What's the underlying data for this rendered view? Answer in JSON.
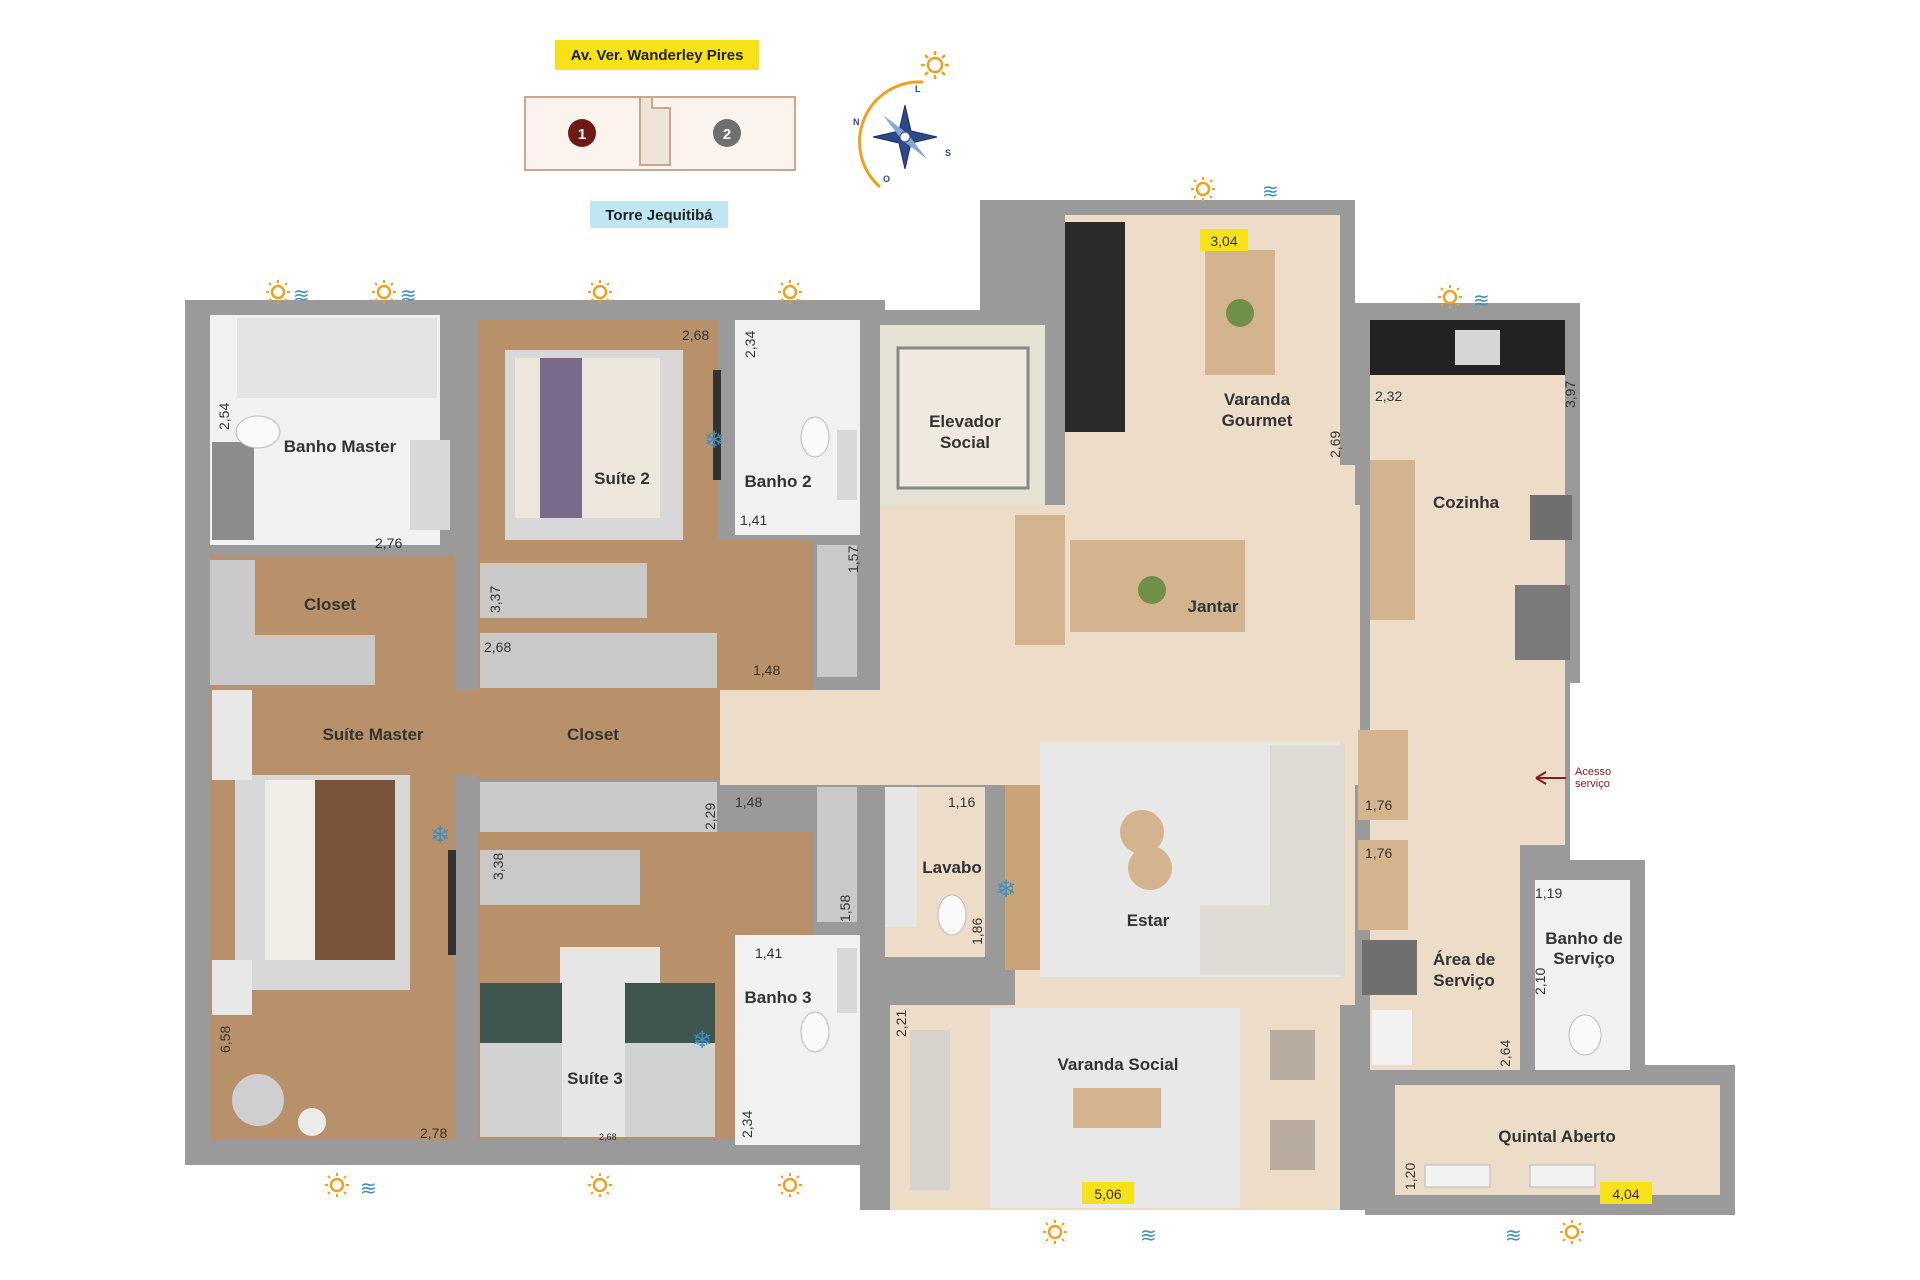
{
  "header": {
    "street": "Av. Ver. Wanderley Pires",
    "tower": "Torre Jequitibá",
    "unit_1": "1",
    "unit_2": "2"
  },
  "compass": {
    "n": "N",
    "l": "L",
    "s": "S",
    "o": "O"
  },
  "rooms": {
    "banho_master": "Banho Master",
    "suite2": "Suíte 2",
    "banho2": "Banho 2",
    "elevador_l1": "Elevador",
    "elevador_l2": "Social",
    "varanda_gourmet_l1": "Varanda",
    "varanda_gourmet_l2": "Gourmet",
    "cozinha": "Cozinha",
    "closet1": "Closet",
    "jantar": "Jantar",
    "suite_master": "Suíte Master",
    "closet2": "Closet",
    "lavabo": "Lavabo",
    "estar": "Estar",
    "area_servico_l1": "Área de",
    "area_servico_l2": "Serviço",
    "banho_servico_l1": "Banho de",
    "banho_servico_l2": "Serviço",
    "banho3": "Banho 3",
    "suite3": "Suíte 3",
    "varanda_social": "Varanda Social",
    "quintal_aberto": "Quintal Aberto",
    "acesso_l1": "Acesso",
    "acesso_l2": "serviço"
  },
  "dimensions": {
    "d_2_54": "2,54",
    "d_2_76": "2,76",
    "d_2_68_suite2": "2,68",
    "d_2_34_banho2": "2,34",
    "d_1_41_banho2": "1,41",
    "d_1_57": "1,57",
    "d_3_04": "3,04",
    "d_2_69": "2,69",
    "d_2_32": "2,32",
    "d_3_97": "3,97",
    "d_3_37": "3,37",
    "d_2_68_closet": "2,68",
    "d_1_48_top": "1,48",
    "d_2_29": "2,29",
    "d_1_48_bot": "1,48",
    "d_1_16": "1,16",
    "d_1_86": "1,86",
    "d_1_76_a": "1,76",
    "d_1_76_b": "1,76",
    "d_1_19": "1,19",
    "d_2_10": "2,10",
    "d_3_38": "3,38",
    "d_1_58": "1,58",
    "d_1_41_banho3": "1,41",
    "d_6_58": "6,58",
    "d_2_78": "2,78",
    "d_2_68_suite3": "2,68",
    "d_2_34_banho3": "2,34",
    "d_2_21": "2,21",
    "d_5_06": "5,06",
    "d_2_64": "2,64",
    "d_1_20": "1,20",
    "d_4_04": "4,04"
  },
  "colors": {
    "wall": "#9a9a9a",
    "wood": "#b8916a",
    "tile": "#ecdcc8",
    "street_tag": "#f7e21a",
    "tower_tag": "#bfe6f2",
    "unit1": "#6e1a14",
    "unit2": "#6f6f6f",
    "sun_icon": "#f0a020",
    "wind_icon": "#3b8fc2"
  }
}
